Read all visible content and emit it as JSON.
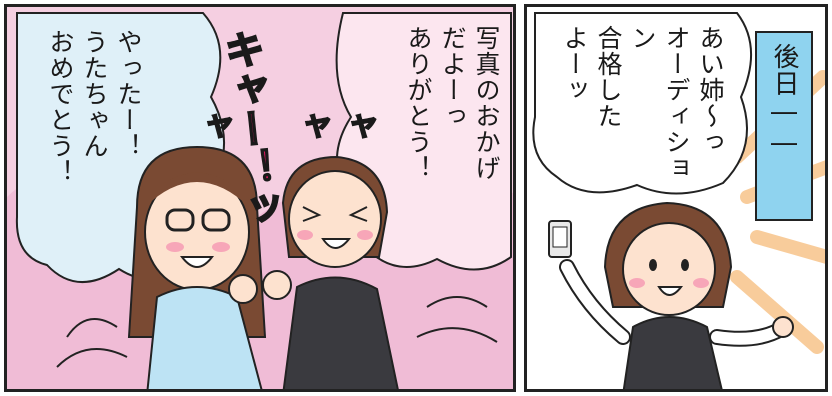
{
  "left_panel": {
    "bubble_left": {
      "lines": [
        "やったー！",
        "うたちゃん",
        "おめでとう！"
      ]
    },
    "bubble_right": {
      "lines": [
        "写真のおかげ",
        "だよーっ",
        "ありがとう！"
      ]
    },
    "sfx_scream": "キャー！ッ",
    "sfx_small": [
      "ヤ",
      "ヤ",
      "ヤ"
    ]
  },
  "right_panel": {
    "caption": "後日――",
    "bubble": {
      "lines": [
        "あい姉〜っ",
        "オーディション",
        "合格した",
        "よーッ"
      ]
    }
  },
  "colors": {
    "background_pink": "#f7d6e6",
    "caption_blue": "#8fd3ef",
    "sfx_red": "#d8175f"
  }
}
